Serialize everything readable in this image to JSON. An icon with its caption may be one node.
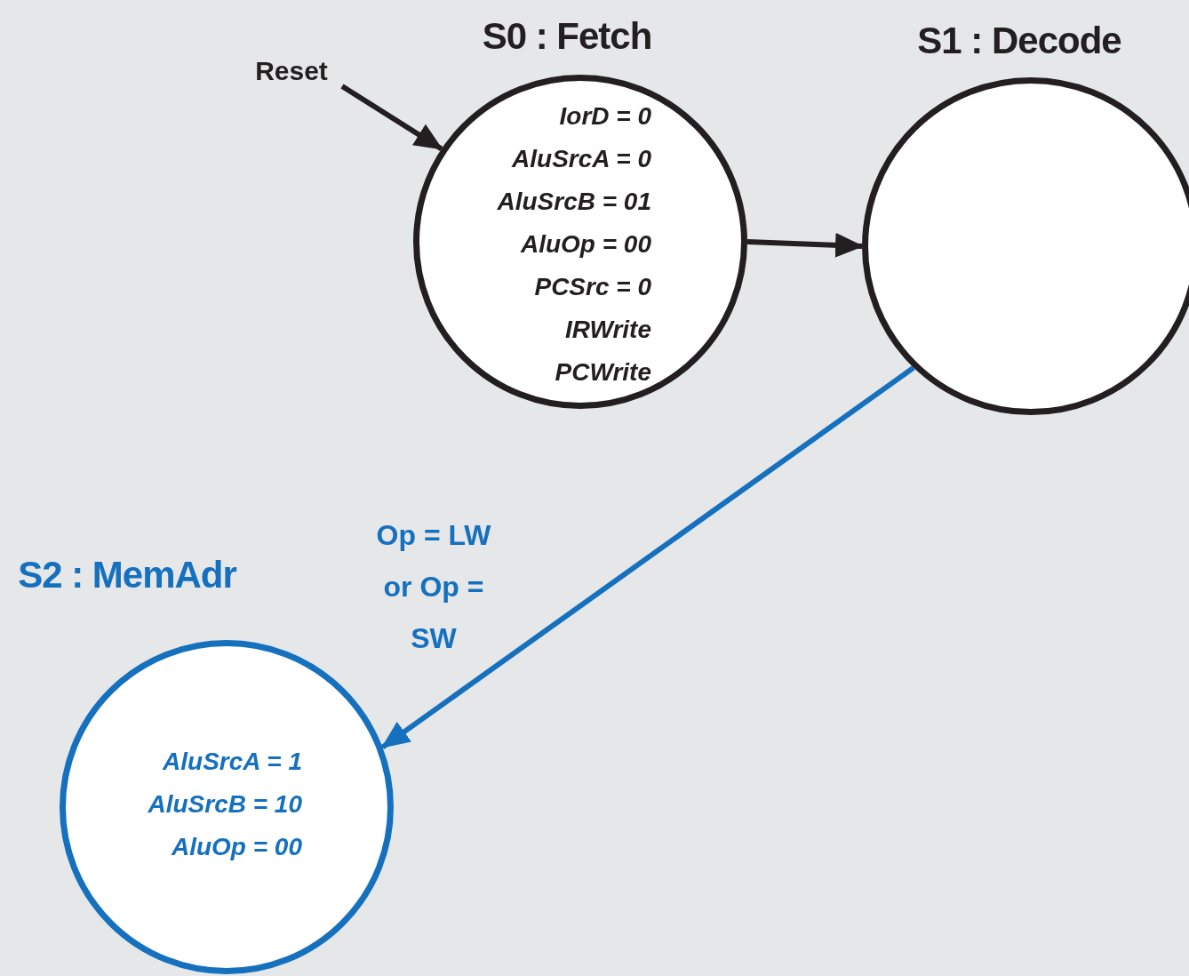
{
  "diagram": {
    "nodes": [
      {
        "text": [
          "S0 : Fetch",
          "IorD = 0",
          "AluSrcA = 0",
          "AluSrcB = 01",
          "AluOp = 00",
          "PCSrc = 0",
          "IRWrite",
          "PCWrite"
        ]
      },
      {
        "text": [
          "S1 : Decode"
        ]
      },
      {
        "text": [
          "S2 : MemAdr",
          "AluSrcA = 1",
          "AluSrcB = 10",
          "AluOp = 00"
        ]
      },
      {
        "text": [
          "Reset"
        ]
      }
    ],
    "edges": [
      {
        "from": 3,
        "to": 0,
        "arrow": "to"
      },
      {
        "from": 0,
        "to": 1,
        "arrow": "to"
      },
      {
        "from": 1,
        "to": 2,
        "arrow": "to",
        "label": "Op = LW or Op = SW",
        "color": "#1570be"
      }
    ]
  }
}
